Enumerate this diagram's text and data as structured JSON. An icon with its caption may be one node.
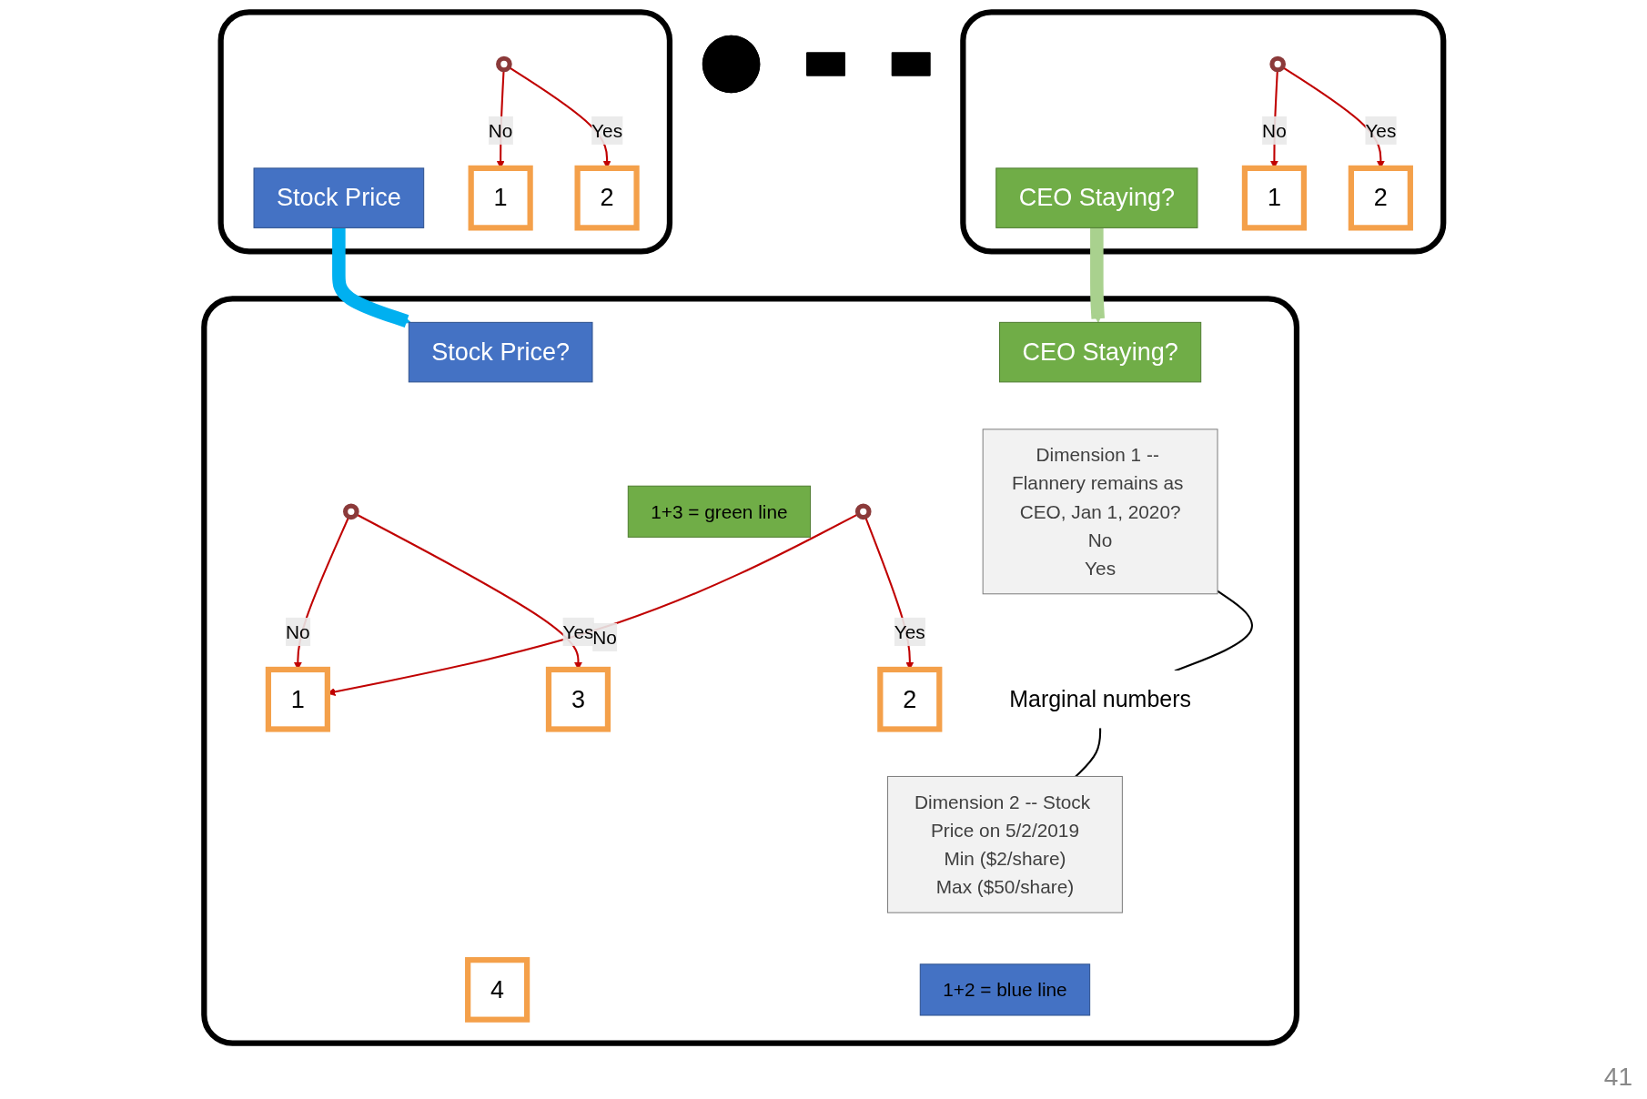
{
  "diagram": {
    "nodes": [
      {
        "text": [],
        "shape": "box"
      },
      {
        "text": [
          "CEO Staying?"
        ],
        "in": 0
      },
      {
        "text": [],
        "shape": "circle",
        "in": 0
      },
      {
        "text": [
          "1"
        ],
        "in": 0
      },
      {
        "text": [
          "2"
        ],
        "in": 0
      },
      {
        "text": [],
        "shape": "plus"
      },
      {
        "text": [],
        "shape": "box"
      },
      {
        "text": [
          "Stock Price"
        ],
        "in": 6
      },
      {
        "text": [],
        "shape": "circle",
        "in": 6
      },
      {
        "text": [
          "1"
        ],
        "in": 6
      },
      {
        "text": [
          "2"
        ],
        "in": 6
      },
      {
        "text": [],
        "shape": "equals"
      },
      {
        "text": [],
        "shape": "equals"
      },
      {
        "text": [],
        "shape": "box"
      },
      {
        "text": [
          "Stock Price?"
        ],
        "in": 13
      },
      {
        "text": [],
        "shape": "circle",
        "in": 13
      },
      {
        "text": [
          "1+3 = green line"
        ],
        "in": 13
      },
      {
        "text": [
          "CEO Staying?"
        ],
        "in": 13
      },
      {
        "text": [],
        "shape": "circle",
        "in": 13
      },
      {
        "text": [
          "1"
        ],
        "in": 13
      },
      {
        "text": [
          "3"
        ],
        "in": 13
      },
      {
        "text": [
          "Dimension 1 -- Flannery remains as CEO, Jan 1, 2020?",
          "No",
          "Yes"
        ],
        "in": 13
      },
      {
        "text": [
          "2"
        ],
        "in": 13
      },
      {
        "text": [
          "4"
        ],
        "in": 13
      },
      {
        "text": [
          "Dimension 2 -- Stock Price on 5/2/2019",
          "Min ($2/share)",
          "Max ($50/share)"
        ],
        "in": 13
      },
      {
        "text": [
          "Marginal numbers"
        ],
        "in": 13
      },
      {
        "text": [
          "1+2 = blue line"
        ],
        "in": 13
      }
    ],
    "edges": [
      {
        "from": 2,
        "to": 3,
        "arrow": "to",
        "label": "No"
      },
      {
        "from": 2,
        "to": 4,
        "arrow": "to",
        "label": "Yes"
      },
      {
        "from": 8,
        "to": 9,
        "arrow": "to",
        "label": "No"
      },
      {
        "from": 8,
        "to": 10,
        "arrow": "to",
        "label": "Yes"
      },
      {
        "from": 15,
        "to": 19,
        "arrow": "to",
        "label": "No"
      },
      {
        "from": 15,
        "to": 20,
        "arrow": "to",
        "label": "Yes"
      },
      {
        "from": 18,
        "to": 19,
        "arrow": "to",
        "label": "No"
      },
      {
        "from": 18,
        "to": 22,
        "arrow": "to",
        "label": "Yes"
      },
      {
        "from": 1,
        "to": 17,
        "arrow": "to",
        "style": "thick",
        "color": "#a9d18e"
      },
      {
        "from": 7,
        "to": 14,
        "arrow": "to",
        "style": "thick",
        "color": "#00b0f0"
      },
      {
        "from": 25,
        "to": 21,
        "arrow": "none",
        "color": "#000000"
      },
      {
        "from": 25,
        "to": 24,
        "arrow": "none",
        "color": "#000000"
      }
    ],
    "labels": [
      "41"
    ]
  }
}
